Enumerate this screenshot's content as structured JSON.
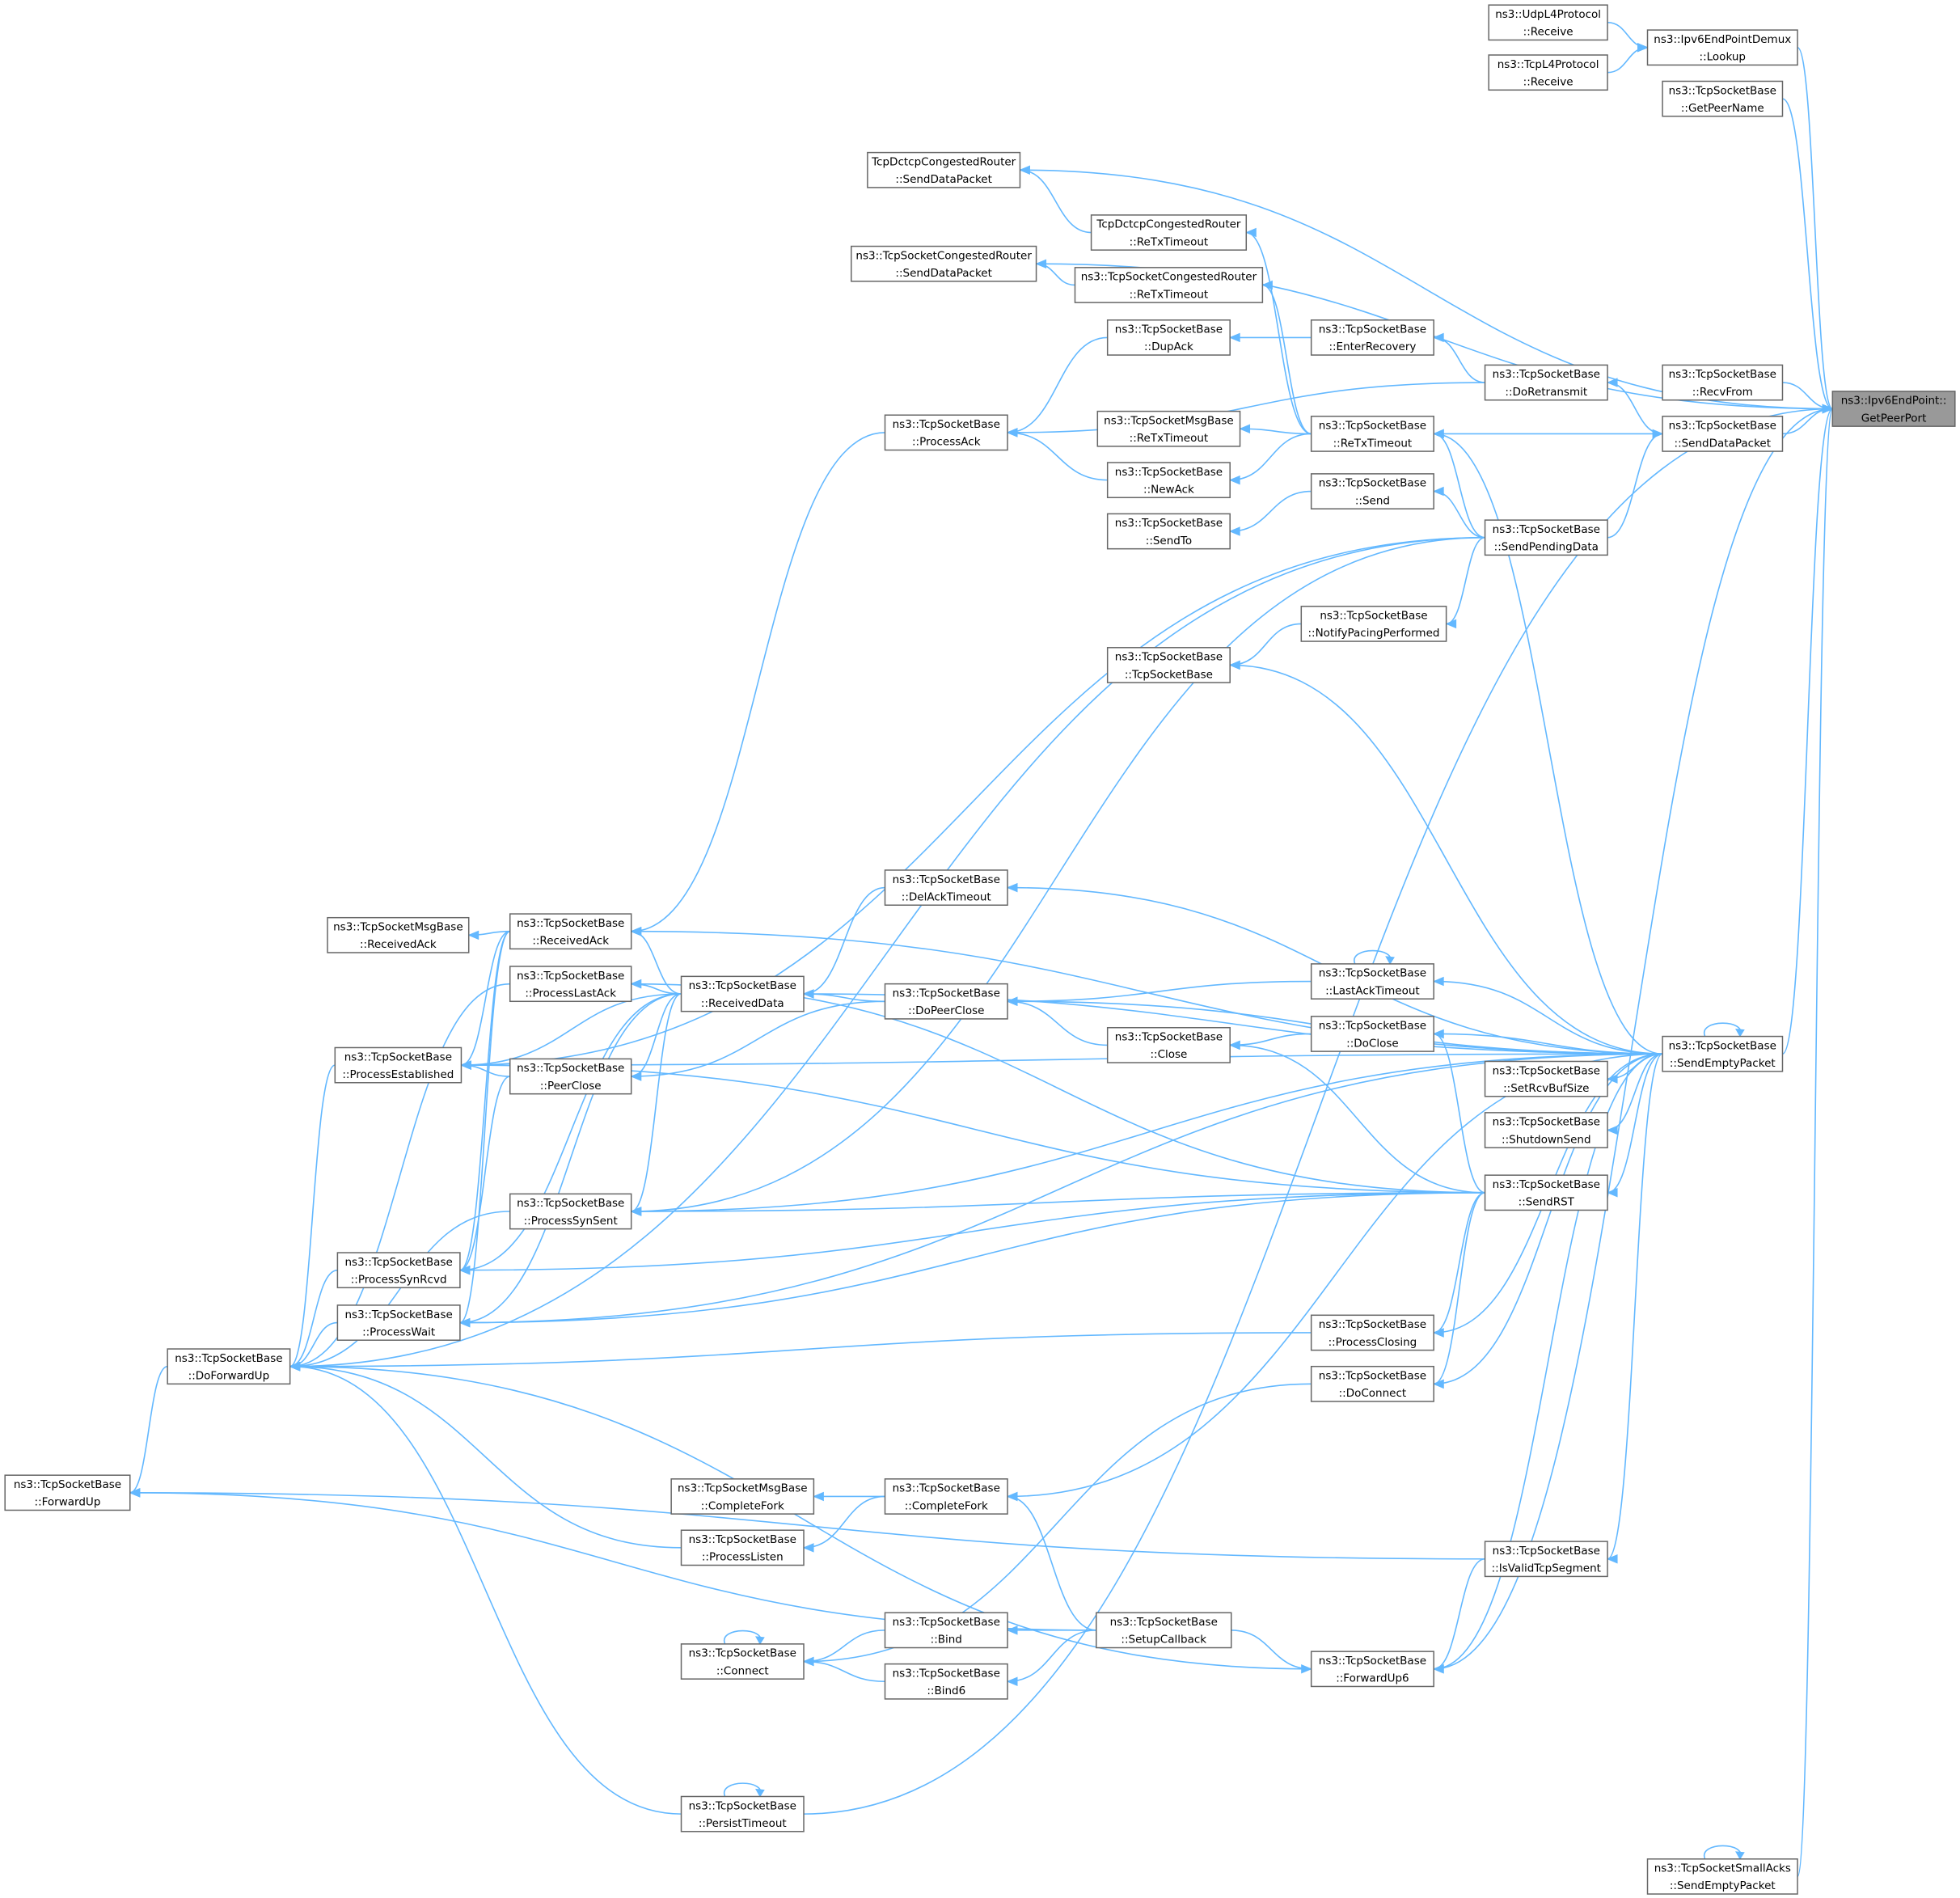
{
  "diagram": {
    "type": "doxygen caller graph",
    "focus_node": "getpeerport",
    "colors": {
      "edge": "#63b8ff",
      "node_border": "#666666",
      "focus_fill": "#999999",
      "background": "#ffffff"
    },
    "nodes": [
      {
        "id": "getpeerport",
        "lines": [
          "ns3::Ipv6EndPoint::",
          "GetPeerPort"
        ],
        "highlight": true
      },
      {
        "id": "udpl4",
        "lines": [
          "ns3::UdpL4Protocol",
          "::Receive"
        ]
      },
      {
        "id": "tcpl4",
        "lines": [
          "ns3::TcpL4Protocol",
          "::Receive"
        ]
      },
      {
        "id": "ipv6demux",
        "lines": [
          "ns3::Ipv6EndPointDemux",
          "::Lookup"
        ]
      },
      {
        "id": "getpeername",
        "lines": [
          "ns3::TcpSocketBase",
          "::GetPeerName"
        ]
      },
      {
        "id": "dctcp_senddata",
        "lines": [
          "TcpDctcpCongestedRouter",
          "::SendDataPacket"
        ]
      },
      {
        "id": "dctcp_retx",
        "lines": [
          "TcpDctcpCongestedRouter",
          "::ReTxTimeout"
        ]
      },
      {
        "id": "cong_senddata",
        "lines": [
          "ns3::TcpSocketCongestedRouter",
          "::SendDataPacket"
        ]
      },
      {
        "id": "cong_retx",
        "lines": [
          "ns3::TcpSocketCongestedRouter",
          "::ReTxTimeout"
        ]
      },
      {
        "id": "dupack",
        "lines": [
          "ns3::TcpSocketBase",
          "::DupAck"
        ]
      },
      {
        "id": "enterrecovery",
        "lines": [
          "ns3::TcpSocketBase",
          "::EnterRecovery"
        ]
      },
      {
        "id": "doretransmit",
        "lines": [
          "ns3::TcpSocketBase",
          "::DoRetransmit"
        ]
      },
      {
        "id": "recvfrom",
        "lines": [
          "ns3::TcpSocketBase",
          "::RecvFrom"
        ]
      },
      {
        "id": "processack",
        "lines": [
          "ns3::TcpSocketBase",
          "::ProcessAck"
        ]
      },
      {
        "id": "msg_retx",
        "lines": [
          "ns3::TcpSocketMsgBase",
          "::ReTxTimeout"
        ]
      },
      {
        "id": "retx",
        "lines": [
          "ns3::TcpSocketBase",
          "::ReTxTimeout"
        ]
      },
      {
        "id": "senddatapacket",
        "lines": [
          "ns3::TcpSocketBase",
          "::SendDataPacket"
        ]
      },
      {
        "id": "newack",
        "lines": [
          "ns3::TcpSocketBase",
          "::NewAck"
        ]
      },
      {
        "id": "send",
        "lines": [
          "ns3::TcpSocketBase",
          "::Send"
        ]
      },
      {
        "id": "sendto",
        "lines": [
          "ns3::TcpSocketBase",
          "::SendTo"
        ]
      },
      {
        "id": "sendpending",
        "lines": [
          "ns3::TcpSocketBase",
          "::SendPendingData"
        ]
      },
      {
        "id": "notifypacing",
        "lines": [
          "ns3::TcpSocketBase",
          "::NotifyPacingPerformed"
        ]
      },
      {
        "id": "tcpsocketbase",
        "lines": [
          "ns3::TcpSocketBase",
          "::TcpSocketBase"
        ]
      },
      {
        "id": "delack",
        "lines": [
          "ns3::TcpSocketBase",
          "::DelAckTimeout"
        ]
      },
      {
        "id": "msg_receivedack",
        "lines": [
          "ns3::TcpSocketMsgBase",
          "::ReceivedAck"
        ]
      },
      {
        "id": "receivedack",
        "lines": [
          "ns3::TcpSocketBase",
          "::ReceivedAck"
        ]
      },
      {
        "id": "lastacktimeout",
        "lines": [
          "ns3::TcpSocketBase",
          "::LastAckTimeout"
        ]
      },
      {
        "id": "processlastack",
        "lines": [
          "ns3::TcpSocketBase",
          "::ProcessLastAck"
        ]
      },
      {
        "id": "receiveddata",
        "lines": [
          "ns3::TcpSocketBase",
          "::ReceivedData"
        ]
      },
      {
        "id": "dopeerclose",
        "lines": [
          "ns3::TcpSocketBase",
          "::DoPeerClose"
        ]
      },
      {
        "id": "doclose",
        "lines": [
          "ns3::TcpSocketBase",
          "::DoClose"
        ]
      },
      {
        "id": "sendempty",
        "lines": [
          "ns3::TcpSocketBase",
          "::SendEmptyPacket"
        ]
      },
      {
        "id": "processestablished",
        "lines": [
          "ns3::TcpSocketBase",
          "::ProcessEstablished"
        ]
      },
      {
        "id": "peerclose",
        "lines": [
          "ns3::TcpSocketBase",
          "::PeerClose"
        ]
      },
      {
        "id": "close",
        "lines": [
          "ns3::TcpSocketBase",
          "::Close"
        ]
      },
      {
        "id": "setrcvbuf",
        "lines": [
          "ns3::TcpSocketBase",
          "::SetRcvBufSize"
        ]
      },
      {
        "id": "shutdownsend",
        "lines": [
          "ns3::TcpSocketBase",
          "::ShutdownSend"
        ]
      },
      {
        "id": "processsynsent",
        "lines": [
          "ns3::TcpSocketBase",
          "::ProcessSynSent"
        ]
      },
      {
        "id": "sendrst",
        "lines": [
          "ns3::TcpSocketBase",
          "::SendRST"
        ]
      },
      {
        "id": "processsynrcvd",
        "lines": [
          "ns3::TcpSocketBase",
          "::ProcessSynRcvd"
        ]
      },
      {
        "id": "processwait",
        "lines": [
          "ns3::TcpSocketBase",
          "::ProcessWait"
        ]
      },
      {
        "id": "doforwardup",
        "lines": [
          "ns3::TcpSocketBase",
          "::DoForwardUp"
        ]
      },
      {
        "id": "processclosing",
        "lines": [
          "ns3::TcpSocketBase",
          "::ProcessClosing"
        ]
      },
      {
        "id": "doconnect",
        "lines": [
          "ns3::TcpSocketBase",
          "::DoConnect"
        ]
      },
      {
        "id": "forwardup",
        "lines": [
          "ns3::TcpSocketBase",
          "::ForwardUp"
        ]
      },
      {
        "id": "msg_completefork",
        "lines": [
          "ns3::TcpSocketMsgBase",
          "::CompleteFork"
        ]
      },
      {
        "id": "completefork",
        "lines": [
          "ns3::TcpSocketBase",
          "::CompleteFork"
        ]
      },
      {
        "id": "processlisten",
        "lines": [
          "ns3::TcpSocketBase",
          "::ProcessListen"
        ]
      },
      {
        "id": "isvalid",
        "lines": [
          "ns3::TcpSocketBase",
          "::IsValidTcpSegment"
        ]
      },
      {
        "id": "bind",
        "lines": [
          "ns3::TcpSocketBase",
          "::Bind"
        ]
      },
      {
        "id": "setupcallback",
        "lines": [
          "ns3::TcpSocketBase",
          "::SetupCallback"
        ]
      },
      {
        "id": "connect",
        "lines": [
          "ns3::TcpSocketBase",
          "::Connect"
        ]
      },
      {
        "id": "forwardup6",
        "lines": [
          "ns3::TcpSocketBase",
          "::ForwardUp6"
        ]
      },
      {
        "id": "bind6",
        "lines": [
          "ns3::TcpSocketBase",
          "::Bind6"
        ]
      },
      {
        "id": "persist",
        "lines": [
          "ns3::TcpSocketBase",
          "::PersistTimeout"
        ]
      },
      {
        "id": "smallacks",
        "lines": [
          "ns3::TcpSocketSmallAcks",
          "::SendEmptyPacket"
        ]
      }
    ],
    "edges": [
      [
        "udpl4",
        "ipv6demux"
      ],
      [
        "tcpl4",
        "ipv6demux"
      ],
      [
        "ipv6demux",
        "getpeerport"
      ],
      [
        "getpeername",
        "getpeerport"
      ],
      [
        "dctcp_senddata",
        "getpeerport"
      ],
      [
        "cong_senddata",
        "getpeerport"
      ],
      [
        "recvfrom",
        "getpeerport"
      ],
      [
        "senddatapacket",
        "getpeerport"
      ],
      [
        "sendempty",
        "getpeerport"
      ],
      [
        "forwardup6",
        "getpeerport"
      ],
      [
        "persist",
        "getpeerport"
      ],
      [
        "smallacks",
        "getpeerport"
      ],
      [
        "dctcp_retx",
        "dctcp_senddata"
      ],
      [
        "cong_retx",
        "cong_senddata"
      ],
      [
        "enterrecovery",
        "dupack"
      ],
      [
        "doretransmit",
        "enterrecovery"
      ],
      [
        "doretransmit",
        "processack"
      ],
      [
        "senddatapacket",
        "doretransmit"
      ],
      [
        "senddatapacket",
        "retx"
      ],
      [
        "sendpending",
        "senddatapacket"
      ],
      [
        "dupack",
        "processack"
      ],
      [
        "retx",
        "dctcp_retx"
      ],
      [
        "retx",
        "cong_retx"
      ],
      [
        "retx",
        "msg_retx"
      ],
      [
        "retx",
        "newack"
      ],
      [
        "newack",
        "processack"
      ],
      [
        "processack",
        "receivedack"
      ],
      [
        "sendpending",
        "retx"
      ],
      [
        "sendpending",
        "send"
      ],
      [
        "send",
        "sendto"
      ],
      [
        "sendpending",
        "notifypacing"
      ],
      [
        "notifypacing",
        "tcpsocketbase"
      ],
      [
        "sendpending",
        "doforwardup"
      ],
      [
        "sendpending",
        "processestablished"
      ],
      [
        "sendpending",
        "processsynsent"
      ],
      [
        "receivedack",
        "msg_receivedack"
      ],
      [
        "receivedack",
        "processestablished"
      ],
      [
        "receivedack",
        "processsynrcvd"
      ],
      [
        "receivedack",
        "processwait"
      ],
      [
        "receiveddata",
        "receivedack"
      ],
      [
        "receiveddata",
        "processlastack"
      ],
      [
        "receiveddata",
        "processestablished"
      ],
      [
        "receiveddata",
        "peerclose"
      ],
      [
        "receiveddata",
        "processsynsent"
      ],
      [
        "receiveddata",
        "processsynrcvd"
      ],
      [
        "receiveddata",
        "processwait"
      ],
      [
        "delack",
        "receiveddata"
      ],
      [
        "dopeerclose",
        "receiveddata"
      ],
      [
        "dopeerclose",
        "peerclose"
      ],
      [
        "lastacktimeout",
        "dopeerclose"
      ],
      [
        "lastacktimeout",
        "lastacktimeout"
      ],
      [
        "close",
        "dopeerclose"
      ],
      [
        "doclose",
        "close"
      ],
      [
        "processlastack",
        "doforwardup"
      ],
      [
        "peerclose",
        "processestablished"
      ],
      [
        "peerclose",
        "processsynrcvd"
      ],
      [
        "processestablished",
        "doforwardup"
      ],
      [
        "processsynrcvd",
        "doforwardup"
      ],
      [
        "processwait",
        "doforwardup"
      ],
      [
        "processsynsent",
        "doforwardup"
      ],
      [
        "processclosing",
        "doforwardup"
      ],
      [
        "doforwardup",
        "forwardup"
      ],
      [
        "sendempty",
        "sendempty"
      ],
      [
        "sendempty",
        "retx"
      ],
      [
        "sendempty",
        "tcpsocketbase"
      ],
      [
        "sendempty",
        "processestablished"
      ],
      [
        "sendempty",
        "receivedack"
      ],
      [
        "sendempty",
        "receiveddata"
      ],
      [
        "sendempty",
        "delack"
      ],
      [
        "sendempty",
        "dopeerclose"
      ],
      [
        "sendempty",
        "lastacktimeout"
      ],
      [
        "sendempty",
        "doclose"
      ],
      [
        "sendempty",
        "setrcvbuf"
      ],
      [
        "sendempty",
        "shutdownsend"
      ],
      [
        "sendempty",
        "sendrst"
      ],
      [
        "sendempty",
        "processsynsent"
      ],
      [
        "sendempty",
        "processclosing"
      ],
      [
        "sendempty",
        "doconnect"
      ],
      [
        "sendempty",
        "completefork"
      ],
      [
        "sendempty",
        "isvalid"
      ],
      [
        "sendempty",
        "forwardup6"
      ],
      [
        "sendempty",
        "processwait"
      ],
      [
        "sendrst",
        "processlastack"
      ],
      [
        "sendrst",
        "processestablished"
      ],
      [
        "sendrst",
        "close"
      ],
      [
        "sendrst",
        "doclose"
      ],
      [
        "sendrst",
        "processsynsent"
      ],
      [
        "sendrst",
        "processsynrcvd"
      ],
      [
        "sendrst",
        "processwait"
      ],
      [
        "sendrst",
        "processclosing"
      ],
      [
        "sendrst",
        "doconnect"
      ],
      [
        "doconnect",
        "connect"
      ],
      [
        "isvalid",
        "forwardup"
      ],
      [
        "isvalid",
        "forwardup6"
      ],
      [
        "completefork",
        "msg_completefork"
      ],
      [
        "completefork",
        "processlisten"
      ],
      [
        "processlisten",
        "doforwardup"
      ],
      [
        "setupcallback",
        "completefork"
      ],
      [
        "setupcallback",
        "bind"
      ],
      [
        "setupcallback",
        "bind6"
      ],
      [
        "setupcallback",
        "forwardup"
      ],
      [
        "setupcallback",
        "forwardup6"
      ],
      [
        "bind",
        "connect"
      ],
      [
        "bind6",
        "connect"
      ],
      [
        "connect",
        "connect"
      ],
      [
        "forwardup6",
        "doforwardup"
      ],
      [
        "persist",
        "doforwardup"
      ],
      [
        "persist",
        "persist"
      ],
      [
        "smallacks",
        "smallacks"
      ]
    ]
  }
}
